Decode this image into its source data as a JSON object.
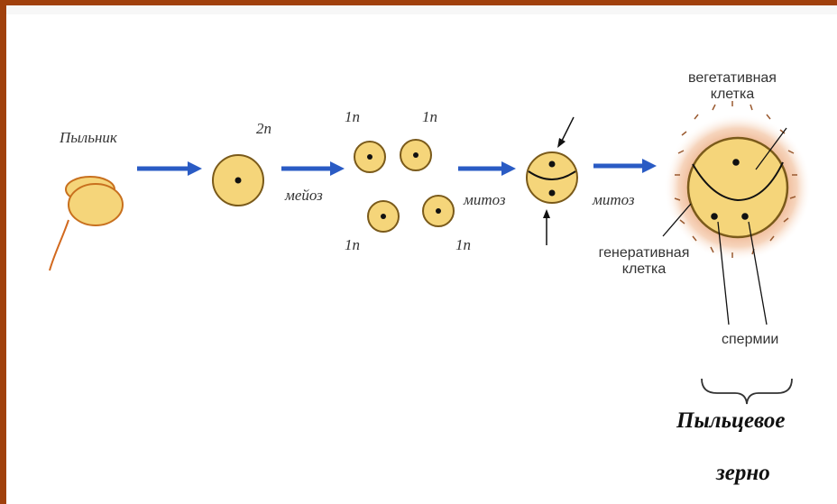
{
  "labels": {
    "anther": "Пыльник",
    "ploidy_2n": "2n",
    "meiosis": "мейоз",
    "ploidy_1n": "1n",
    "mitosis_1": "митоз",
    "mitosis_2": "митоз",
    "vegetative_cell_line1": "вегетативная",
    "vegetative_cell_line2": "клетка",
    "generative_cell_line1": "генеративная",
    "generative_cell_line2": "клетка",
    "sperm": "спермии",
    "pollen_grain_line1": "Пыльцевое",
    "pollen_grain_line2": "зерно"
  },
  "colors": {
    "frame": "#a0400c",
    "cell_fill": "#f5d57a",
    "cell_stroke": "#7a5a1a",
    "arrow": "#2a5bc4",
    "halo": "#e8a070"
  }
}
